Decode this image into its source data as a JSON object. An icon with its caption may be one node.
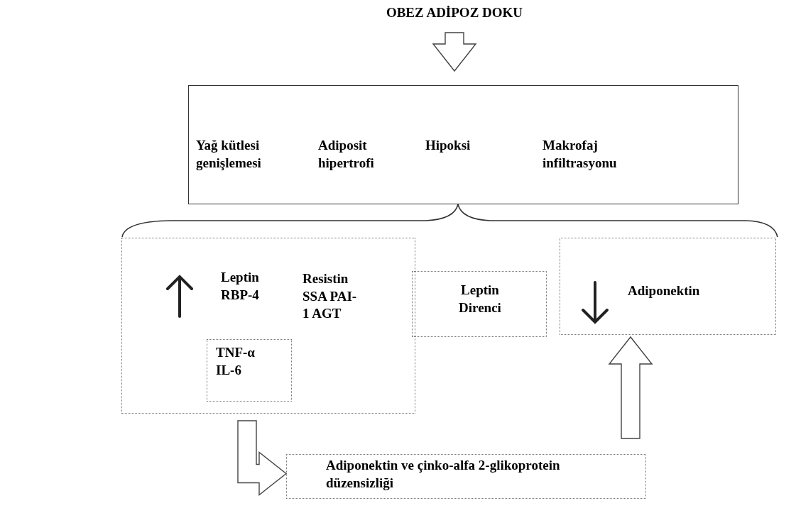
{
  "diagram": {
    "nodes": [
      {
        "text": [
          "OBEZ ADİPOZ DOKU"
        ]
      },
      {
        "text": [
          "Yağ kütlesi genişlemesi",
          "Adiposit hipertrofi",
          "Hipoksi",
          "Makrofaj infiltrasyonu"
        ]
      },
      {
        "text": [
          "Leptin RBP-4",
          "Resistin SSA PAI-1 AGT"
        ]
      },
      {
        "text": [
          "TNF-α IL-6"
        ],
        "in": 2
      },
      {
        "text": [
          "Leptin Direnci"
        ]
      },
      {
        "text": [
          "Adiponektin"
        ]
      },
      {
        "text": [
          "Adiponektin ve çinko-alfa 2-glikoprotein düzensizliği"
        ]
      }
    ],
    "edges": [
      {
        "from": 0,
        "to": 1,
        "arrow": "to"
      },
      {
        "from": 2,
        "to": 6,
        "arrow": "to"
      },
      {
        "from": 6,
        "to": 5,
        "arrow": "to"
      }
    ]
  }
}
